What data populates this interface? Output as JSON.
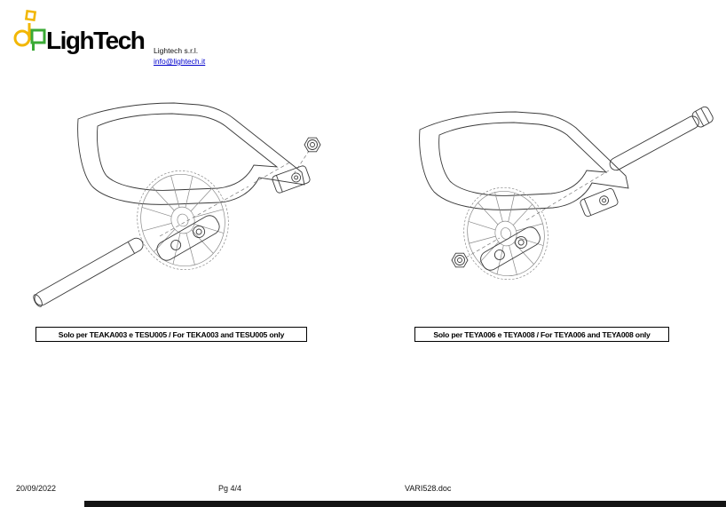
{
  "header": {
    "brand": "LighTech",
    "company": "Lightech s.r.l.",
    "email": "info@lightech.it"
  },
  "labels": {
    "left": "Solo per TEAKA003 e TESU005 / For TEKA003 and TESU005 only",
    "right": "Solo per TEYA006 e TEYA008 / For TEYA006 and TEYA008 only"
  },
  "footer": {
    "date": "20/09/2022",
    "page": "Pg 4/4",
    "filename": "VARI528.doc"
  },
  "colors": {
    "logo_yellow": "#f2b705",
    "logo_green": "#3aaa35",
    "link_blue": "#0000cc",
    "drawing_line": "#3a3a3a",
    "sprocket_line": "#8a8a8a"
  }
}
